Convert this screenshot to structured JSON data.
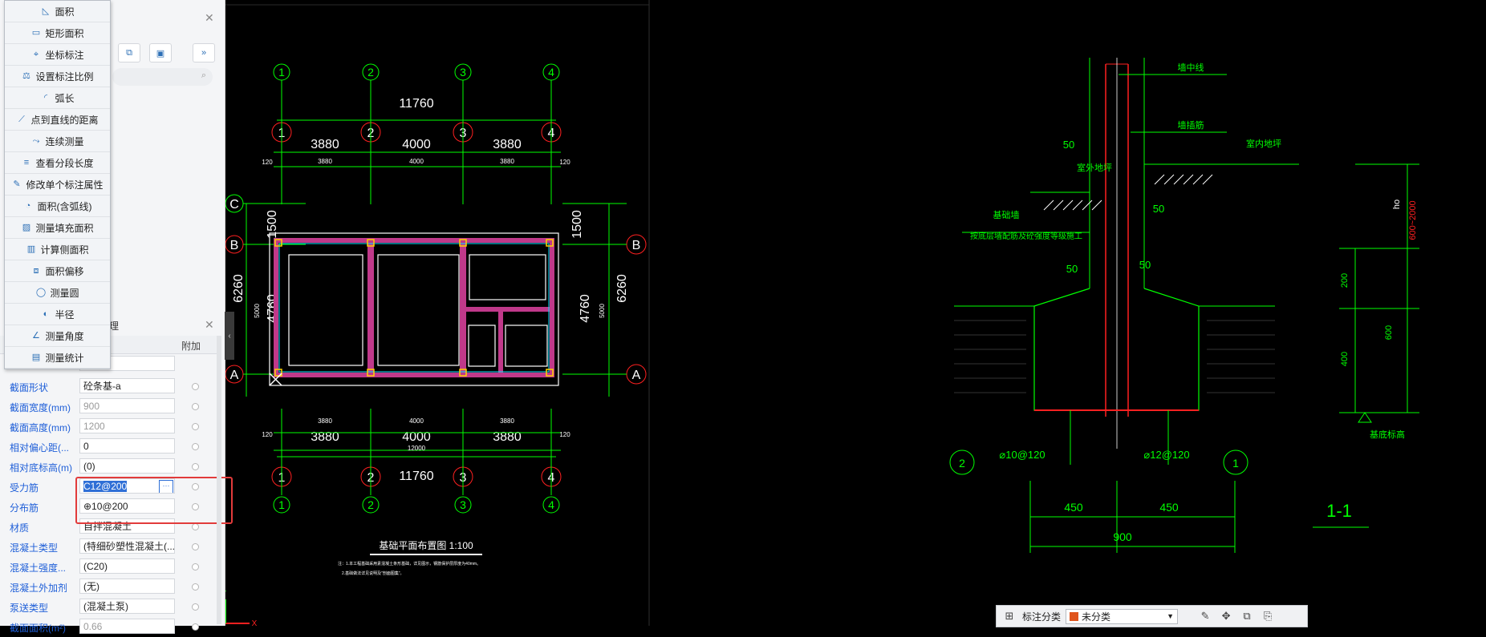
{
  "dropdown_menu": {
    "items": [
      {
        "label": "面积",
        "icon": "area-icon"
      },
      {
        "label": "矩形面积",
        "icon": "rect-area-icon"
      },
      {
        "label": "坐标标注",
        "icon": "coordinate-icon"
      },
      {
        "label": "设置标注比例",
        "icon": "scale-icon"
      },
      {
        "label": "弧长",
        "icon": "arc-length-icon"
      },
      {
        "label": "点到直线的距离",
        "icon": "point-line-icon"
      },
      {
        "label": "连续测量",
        "icon": "continuous-measure-icon"
      },
      {
        "label": "查看分段长度",
        "icon": "segment-length-icon"
      },
      {
        "label": "修改单个标注属性",
        "icon": "edit-dimension-icon"
      },
      {
        "label": "面积(含弧线)",
        "icon": "arc-area-icon"
      },
      {
        "label": "测量填充面积",
        "icon": "hatch-area-icon"
      },
      {
        "label": "计算侧面积",
        "icon": "side-area-icon"
      },
      {
        "label": "面积偏移",
        "icon": "area-offset-icon"
      },
      {
        "label": "测量圆",
        "icon": "circle-icon"
      },
      {
        "label": "半径",
        "icon": "radius-icon"
      },
      {
        "label": "测量角度",
        "icon": "angle-icon"
      },
      {
        "label": "测量统计",
        "icon": "statistics-icon"
      }
    ]
  },
  "properties": {
    "title_suffix": "理",
    "column_add": "附加",
    "rows": [
      {
        "key": "截面形状",
        "value": "砼条基-a",
        "grey": false
      },
      {
        "key": "截面宽度(mm)",
        "value": "900",
        "grey": true
      },
      {
        "key": "截面高度(mm)",
        "value": "1200",
        "grey": true
      },
      {
        "key": "相对偏心距(...",
        "value": "0",
        "grey": false
      },
      {
        "key": "相对底标高(m)",
        "value": "(0)",
        "grey": false
      },
      {
        "key": "受力筋",
        "value": "C12@200",
        "grey": false
      },
      {
        "key": "分布筋",
        "value": "⊕10@200",
        "grey": false
      },
      {
        "key": "材质",
        "value": "自拌混凝土",
        "grey": false
      },
      {
        "key": "混凝土类型",
        "value": "(特细砂塑性混凝土(...",
        "grey": false
      },
      {
        "key": "混凝土强度...",
        "value": "(C20)",
        "grey": false
      },
      {
        "key": "混凝土外加剂",
        "value": "(无)",
        "grey": false
      },
      {
        "key": "泵送类型",
        "value": "(混凝土泵)",
        "grey": false
      },
      {
        "key": "截面面积(m²)",
        "value": "0.66",
        "grey": true
      }
    ]
  },
  "plan": {
    "axes_top": [
      "1",
      "2",
      "3",
      "4"
    ],
    "axes_side": [
      "C",
      "B",
      "A"
    ],
    "total_width": "11760",
    "spans": [
      "3880",
      "4000",
      "3880"
    ],
    "small_spans": [
      "3880",
      "4000",
      "3880"
    ],
    "small_total": "12000",
    "edge_dim": "120",
    "side_dims": [
      "1500",
      "4760",
      "6260",
      "5000"
    ],
    "title": "基础平面布置图",
    "scale": "1:100",
    "notes": [
      "注：1.本工程基础采用素混凝土条形基础，详见图示，钢筋保护层厚度为40mm。",
      "2.基础做法详见说明及“剖面图集”。"
    ]
  },
  "section": {
    "labels": {
      "wall_center": "墙中线",
      "wall_rebar": "墙插筋",
      "indoor": "室内地坪",
      "outdoor": "室外地坪",
      "base_wall": "基础墙",
      "base_note": "按底层墙配筋及砼强度等级施工",
      "rebar_left": "⌀10@120",
      "rebar_right": "⌀12@120",
      "axis_left": "2",
      "axis_right": "1",
      "dim_50": "50",
      "dim_450": "450",
      "dim_900": "900",
      "section_name": "1-1",
      "ho": "ho",
      "range": "600~2000",
      "d200": "200",
      "d400": "400",
      "d600": "600",
      "bottom_label": "基底标高"
    }
  },
  "annotation_bar": {
    "label": "标注分类",
    "selected": "未分类",
    "swatch_color": "#e0541c"
  },
  "colors": {
    "cad_green": "#00ff00",
    "cad_red": "#ff2020",
    "cad_magenta": "#c0398a",
    "cad_yellow": "#ffd400",
    "cad_cyan": "#00e5ff",
    "highlight": "#e23b3b"
  }
}
